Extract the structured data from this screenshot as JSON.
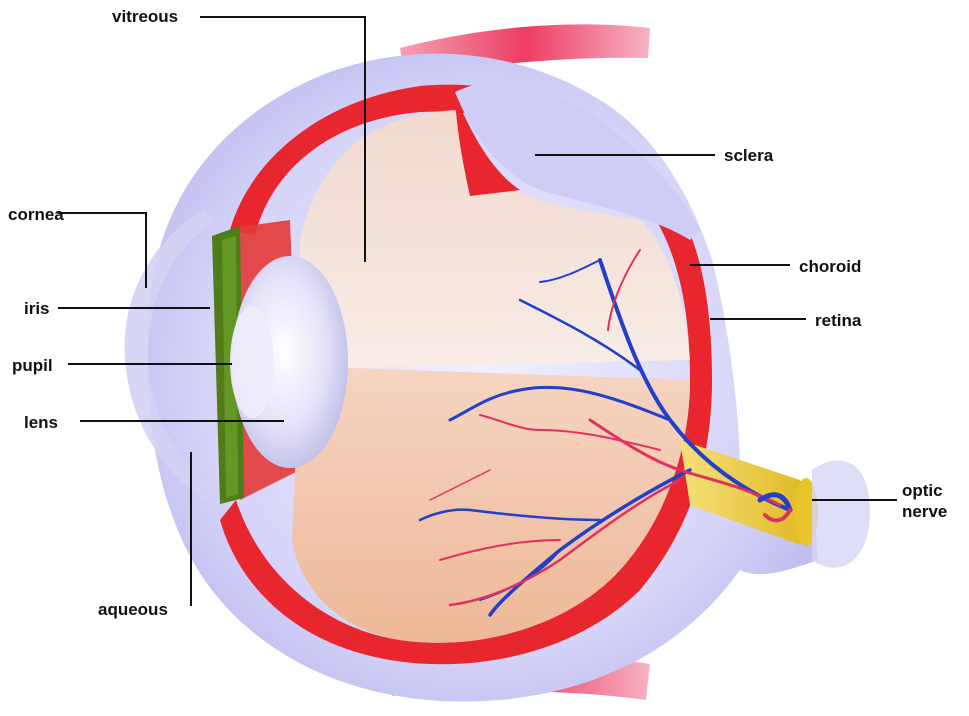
{
  "labels": {
    "vitreous": "vitreous",
    "sclera": "sclera",
    "cornea": "cornea",
    "choroid": "choroid",
    "iris": "iris",
    "retina": "retina",
    "pupil": "pupil",
    "lens": "lens",
    "optic_line1": "optic",
    "optic_line2": "nerve",
    "aqueous": "aqueous"
  },
  "colors": {
    "sclera": "#c9c9f4",
    "choroid": "#e8262e",
    "iris": "#4f7d18",
    "lens": "#dedcf6",
    "vitreous_upper": "#f4dcd2",
    "vitreous_lower": "#f2c3a8",
    "optic_nerve": "#f2d640",
    "vein": "#2240c8",
    "artery": "#e03060",
    "muscle": "#ef4a6a"
  }
}
